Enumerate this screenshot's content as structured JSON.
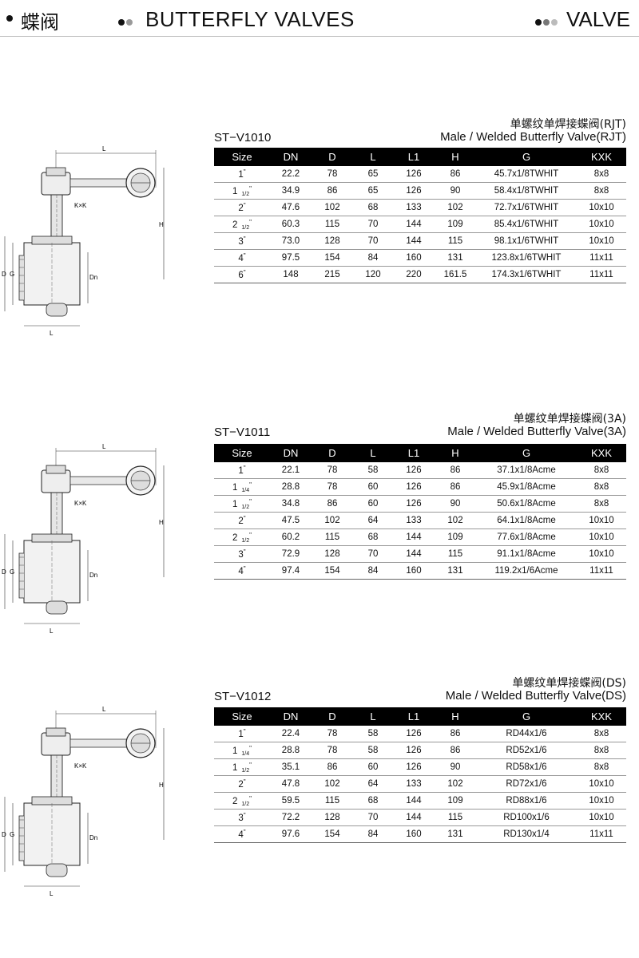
{
  "header": {
    "category_cn": "蝶阀",
    "title": "BUTTERFLY VALVES",
    "right_label": "VALVE"
  },
  "columns": [
    "Size",
    "DN",
    "D",
    "L",
    "L1",
    "H",
    "G",
    "KXK"
  ],
  "drawing_labels": {
    "L": "L",
    "KxK": "K×K",
    "H": "H",
    "D": "D",
    "G": "G",
    "Dn": "Dn"
  },
  "sections": [
    {
      "code": "ST−V1010",
      "title_cn": "单螺纹单焊接蝶阀(RJT)",
      "title_en": "Male / Welded Butterfly Valve(RJT)",
      "rows": [
        {
          "size": "1",
          "frac": "",
          "dn": "22.2",
          "d": "78",
          "l": "65",
          "l1": "126",
          "h": "86",
          "g": "45.7x1/8TWHIT",
          "kxk": "8x8"
        },
        {
          "size": "1",
          "frac": "1/2",
          "dn": "34.9",
          "d": "86",
          "l": "65",
          "l1": "126",
          "h": "90",
          "g": "58.4x1/8TWHIT",
          "kxk": "8x8"
        },
        {
          "size": "2",
          "frac": "",
          "dn": "47.6",
          "d": "102",
          "l": "68",
          "l1": "133",
          "h": "102",
          "g": "72.7x1/6TWHIT",
          "kxk": "10x10"
        },
        {
          "size": "2",
          "frac": "1/2",
          "dn": "60.3",
          "d": "115",
          "l": "70",
          "l1": "144",
          "h": "109",
          "g": "85.4x1/6TWHIT",
          "kxk": "10x10"
        },
        {
          "size": "3",
          "frac": "",
          "dn": "73.0",
          "d": "128",
          "l": "70",
          "l1": "144",
          "h": "115",
          "g": "98.1x1/6TWHIT",
          "kxk": "10x10"
        },
        {
          "size": "4",
          "frac": "",
          "dn": "97.5",
          "d": "154",
          "l": "84",
          "l1": "160",
          "h": "131",
          "g": "123.8x1/6TWHIT",
          "kxk": "11x11"
        },
        {
          "size": "6",
          "frac": "",
          "dn": "148",
          "d": "215",
          "l": "120",
          "l1": "220",
          "h": "161.5",
          "g": "174.3x1/6TWHIT",
          "kxk": "11x11"
        }
      ]
    },
    {
      "code": "ST−V1011",
      "title_cn": "单螺纹单焊接蝶阀(3A)",
      "title_en": "Male / Welded Butterfly Valve(3A)",
      "rows": [
        {
          "size": "1",
          "frac": "",
          "dn": "22.1",
          "d": "78",
          "l": "58",
          "l1": "126",
          "h": "86",
          "g": "37.1x1/8Acme",
          "kxk": "8x8"
        },
        {
          "size": "1",
          "frac": "1/4",
          "dn": "28.8",
          "d": "78",
          "l": "60",
          "l1": "126",
          "h": "86",
          "g": "45.9x1/8Acme",
          "kxk": "8x8"
        },
        {
          "size": "1",
          "frac": "1/2",
          "dn": "34.8",
          "d": "86",
          "l": "60",
          "l1": "126",
          "h": "90",
          "g": "50.6x1/8Acme",
          "kxk": "8x8"
        },
        {
          "size": "2",
          "frac": "",
          "dn": "47.5",
          "d": "102",
          "l": "64",
          "l1": "133",
          "h": "102",
          "g": "64.1x1/8Acme",
          "kxk": "10x10"
        },
        {
          "size": "2",
          "frac": "1/2",
          "dn": "60.2",
          "d": "115",
          "l": "68",
          "l1": "144",
          "h": "109",
          "g": "77.6x1/8Acme",
          "kxk": "10x10"
        },
        {
          "size": "3",
          "frac": "",
          "dn": "72.9",
          "d": "128",
          "l": "70",
          "l1": "144",
          "h": "115",
          "g": "91.1x1/8Acme",
          "kxk": "10x10"
        },
        {
          "size": "4",
          "frac": "",
          "dn": "97.4",
          "d": "154",
          "l": "84",
          "l1": "160",
          "h": "131",
          "g": "119.2x1/6Acme",
          "kxk": "11x11"
        }
      ]
    },
    {
      "code": "ST−V1012",
      "title_cn": "单螺纹单焊接蝶阀(DS)",
      "title_en": "Male / Welded Butterfly Valve(DS)",
      "rows": [
        {
          "size": "1",
          "frac": "",
          "dn": "22.4",
          "d": "78",
          "l": "58",
          "l1": "126",
          "h": "86",
          "g": "RD44x1/6",
          "kxk": "8x8"
        },
        {
          "size": "1",
          "frac": "1/4",
          "dn": "28.8",
          "d": "78",
          "l": "58",
          "l1": "126",
          "h": "86",
          "g": "RD52x1/6",
          "kxk": "8x8"
        },
        {
          "size": "1",
          "frac": "1/2",
          "dn": "35.1",
          "d": "86",
          "l": "60",
          "l1": "126",
          "h": "90",
          "g": "RD58x1/6",
          "kxk": "8x8"
        },
        {
          "size": "2",
          "frac": "",
          "dn": "47.8",
          "d": "102",
          "l": "64",
          "l1": "133",
          "h": "102",
          "g": "RD72x1/6",
          "kxk": "10x10"
        },
        {
          "size": "2",
          "frac": "1/2",
          "dn": "59.5",
          "d": "115",
          "l": "68",
          "l1": "144",
          "h": "109",
          "g": "RD88x1/6",
          "kxk": "10x10"
        },
        {
          "size": "3",
          "frac": "",
          "dn": "72.2",
          "d": "128",
          "l": "70",
          "l1": "144",
          "h": "115",
          "g": "RD100x1/6",
          "kxk": "10x10"
        },
        {
          "size": "4",
          "frac": "",
          "dn": "97.6",
          "d": "154",
          "l": "84",
          "l1": "160",
          "h": "131",
          "g": "RD130x1/4",
          "kxk": "11x11"
        }
      ]
    }
  ]
}
